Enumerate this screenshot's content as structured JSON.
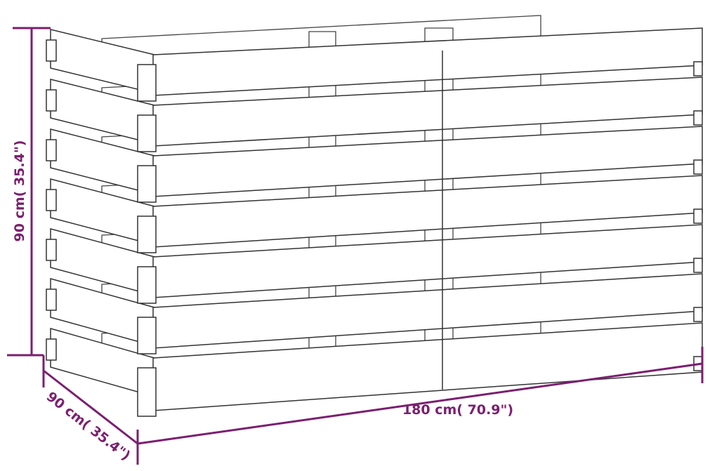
{
  "colors": {
    "dimension": "#7b1f6f",
    "outline": "#3a3a3a",
    "board": "#ffffff"
  },
  "dimensions": {
    "height": "90 cm( 35.4\")",
    "depth": "90 cm( 35.4\")",
    "width": "180 cm( 70.9\")"
  }
}
